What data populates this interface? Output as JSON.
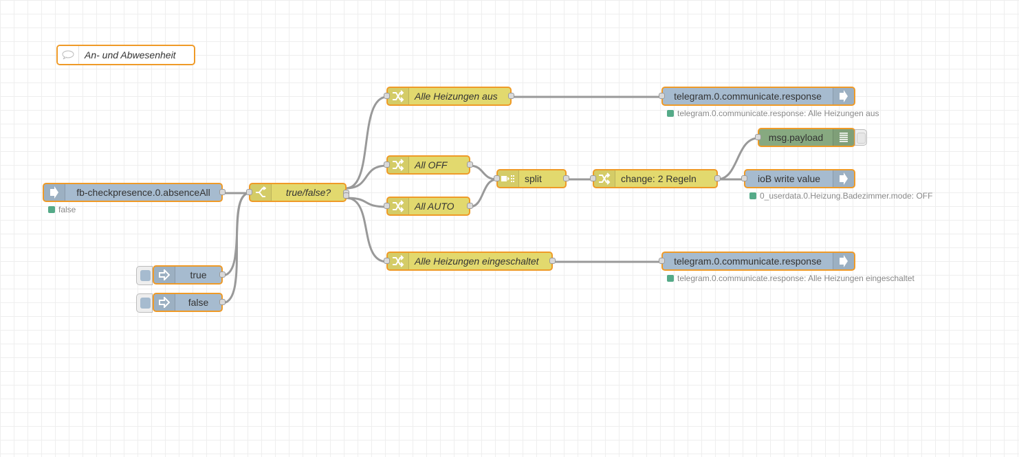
{
  "comment": {
    "label": "An- und Abwesenheit",
    "icon": "speech-bubble-icon"
  },
  "nodes": {
    "fb_check": {
      "label": "fb-checkpresence.0.absenceAll",
      "status": "false",
      "icon": "ioBroker-in-icon"
    },
    "switch": {
      "label": "true/false?",
      "icon": "switch-icon"
    },
    "inject_true": {
      "label": "true",
      "icon": "inject-arrow-icon"
    },
    "inject_false": {
      "label": "false",
      "icon": "inject-arrow-icon"
    },
    "change_aus": {
      "label": "Alle Heizungen aus",
      "icon": "shuffle-icon"
    },
    "change_off": {
      "label": "All OFF",
      "icon": "shuffle-icon"
    },
    "change_auto": {
      "label": "All AUTO",
      "icon": "shuffle-icon"
    },
    "change_ein": {
      "label": "Alle Heizungen eingeschaltet",
      "icon": "shuffle-icon"
    },
    "split": {
      "label": "split",
      "icon": "split-icon"
    },
    "change_regeln": {
      "label": "change: 2 Regeln",
      "icon": "shuffle-icon"
    },
    "debug": {
      "label": "msg.payload",
      "icon": "debug-list-icon"
    },
    "iob_write": {
      "label": "ioB write value",
      "status": "0_userdata.0.Heizung.Badezimmer.mode: OFF",
      "icon": "ioBroker-out-icon"
    },
    "telegram_top": {
      "label": "telegram.0.communicate.response",
      "status": "telegram.0.communicate.response: Alle Heizungen aus",
      "icon": "ioBroker-out-icon"
    },
    "telegram_bottom": {
      "label": "telegram.0.communicate.response",
      "status": "telegram.0.communicate.response: Alle Heizungen eingeschaltet",
      "icon": "ioBroker-out-icon"
    }
  },
  "colors": {
    "change_node": "#e2d96e",
    "iobroker_node": "#a6bbcf",
    "debug_node": "#87a980",
    "node_border": "#ef9a27",
    "wire": "#999999",
    "status_dot": "#55aa88"
  }
}
